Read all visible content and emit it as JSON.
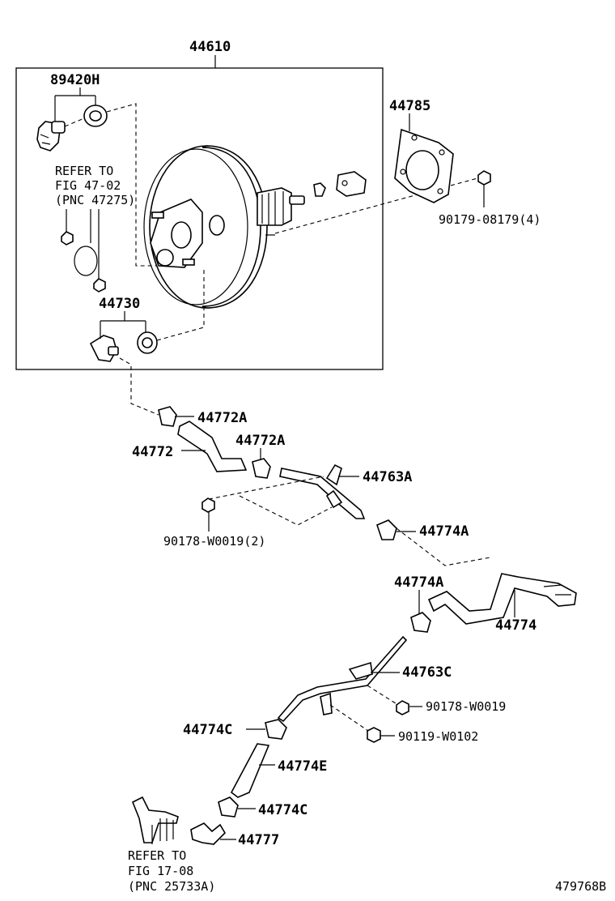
{
  "labels": {
    "assembly": "44610",
    "check_valve_part": "89420H",
    "gasket": "44785",
    "nut_4": "90179-08179(4)",
    "refer1_line1": "REFER TO",
    "refer1_line2": "FIG 47-02",
    "refer1_line3": "(PNC 47275)",
    "union": "44730",
    "clip_a_upper": "44772A",
    "hose": "44772",
    "clip_a_lower": "44772A",
    "bracket_a": "44763A",
    "nut_2": "90178-W0019(2)",
    "clamp_a_right": "44774A",
    "clamp_a_left": "44774A",
    "tube": "44774",
    "bracket_c": "44763C",
    "nut_single": "90178-W0019",
    "bolt": "90119-W0102",
    "clamp_c_upper": "44774C",
    "hose_e": "44774E",
    "clamp_c_lower": "44774C",
    "elbow": "44777",
    "refer2_line1": "REFER TO",
    "refer2_line2": "FIG 17-08",
    "refer2_line3": "(PNC 25733A)",
    "figure_id": "479768B"
  }
}
